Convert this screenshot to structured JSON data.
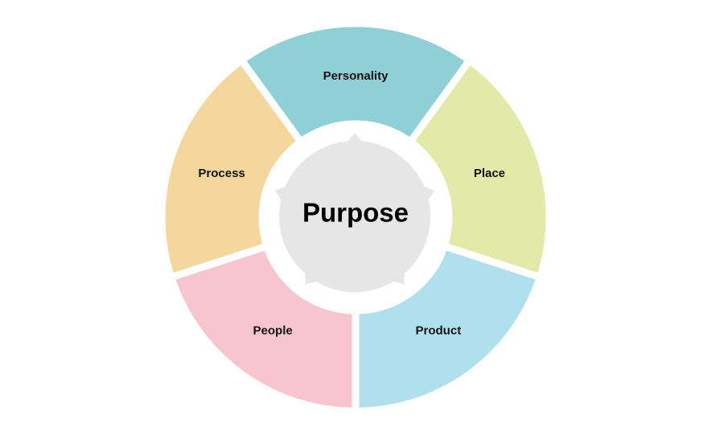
{
  "center": {
    "label": "Purpose",
    "color": "#e6e6e6"
  },
  "segments": [
    {
      "label": "Personality",
      "color": "#8fd0d6"
    },
    {
      "label": "Place",
      "color": "#e1eaa6"
    },
    {
      "label": "Product",
      "color": "#b0e0ee"
    },
    {
      "label": "People",
      "color": "#f6c5cf"
    },
    {
      "label": "Process",
      "color": "#f3d79c"
    }
  ]
}
